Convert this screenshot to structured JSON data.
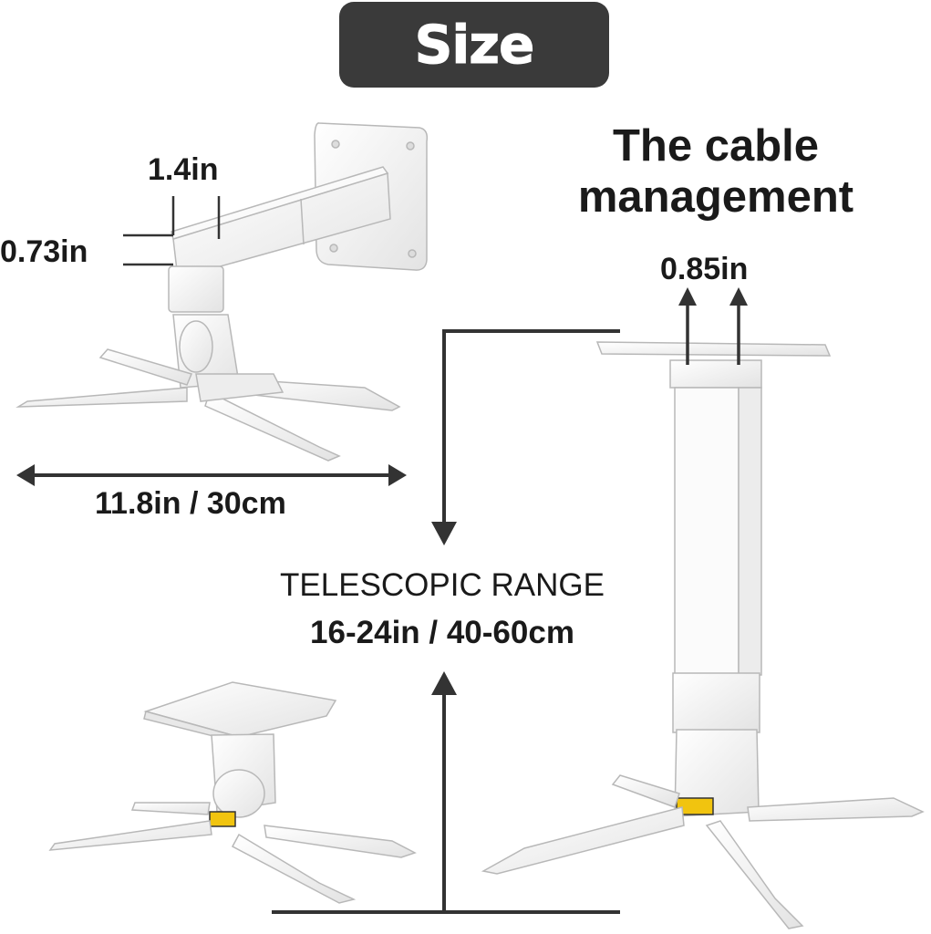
{
  "header": {
    "title": "Size"
  },
  "dimensions": {
    "arm_width": "1.4in",
    "arm_height": "0.73in",
    "span": "11.8in / 30cm",
    "cable_gap": "0.85in"
  },
  "cable_section": {
    "line1": "The cable",
    "line2": "management"
  },
  "telescopic": {
    "label": "TELESCOPIC RANGE",
    "value": "16-24in / 40-60cm"
  },
  "colors": {
    "pill": "#3a3a3a",
    "arrow": "#333333",
    "metal": "#f4f4f4",
    "outline": "#b8b8b8"
  }
}
